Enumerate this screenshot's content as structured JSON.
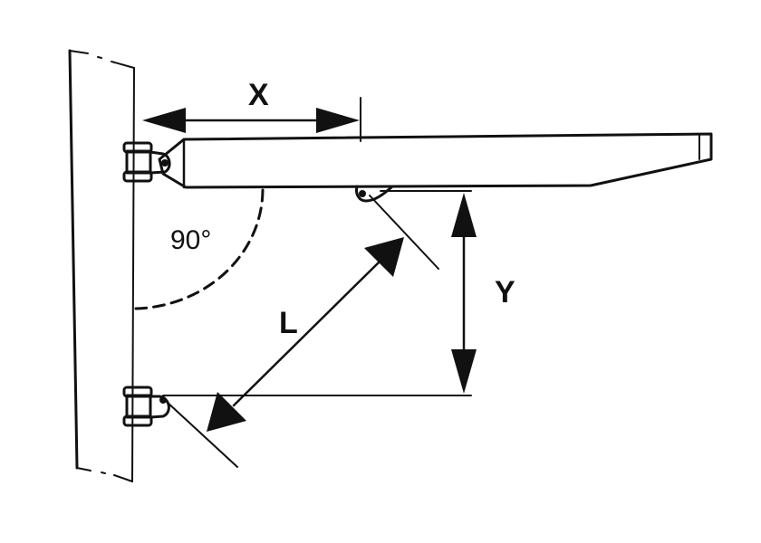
{
  "labels": {
    "x": "X",
    "y": "Y",
    "l": "L",
    "angle": "90°"
  }
}
